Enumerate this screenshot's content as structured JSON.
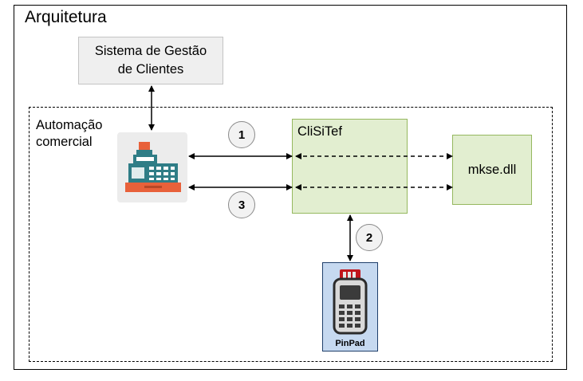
{
  "diagram": {
    "title": "Arquitetura",
    "sistema_gestao": {
      "line1": "Sistema de Gestão",
      "line2": "de Clientes"
    },
    "automacao": {
      "line1": "Automação",
      "line2": "comercial"
    },
    "clisitef": "CliSiTef",
    "mkse": "mkse.dll",
    "steps": [
      "1",
      "2",
      "3"
    ],
    "pinpad": "PinPad"
  },
  "colors": {
    "green_box_fill": "#e2eed0",
    "green_box_border": "#95b85f",
    "register_teal": "#2f7d86",
    "register_orange": "#e8613a",
    "pinpad_fill": "#c6d9f0",
    "pinpad_red": "#c0151b"
  },
  "icons": [
    "cash-register-icon",
    "pinpad-device-icon"
  ]
}
